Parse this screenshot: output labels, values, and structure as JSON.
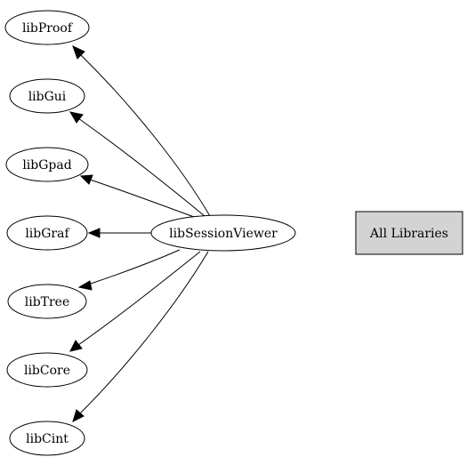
{
  "diagram": {
    "center": {
      "id": "libSessionViewer",
      "label": "libSessionViewer"
    },
    "dependencies": [
      {
        "id": "libProof",
        "label": "libProof"
      },
      {
        "id": "libGui",
        "label": "libGui"
      },
      {
        "id": "libGpad",
        "label": "libGpad"
      },
      {
        "id": "libGraf",
        "label": "libGraf"
      },
      {
        "id": "libTree",
        "label": "libTree"
      },
      {
        "id": "libCore",
        "label": "libCore"
      },
      {
        "id": "libCint",
        "label": "libCint"
      }
    ],
    "all_libraries": {
      "label": "All Libraries",
      "fill": "#d3d3d3"
    }
  }
}
